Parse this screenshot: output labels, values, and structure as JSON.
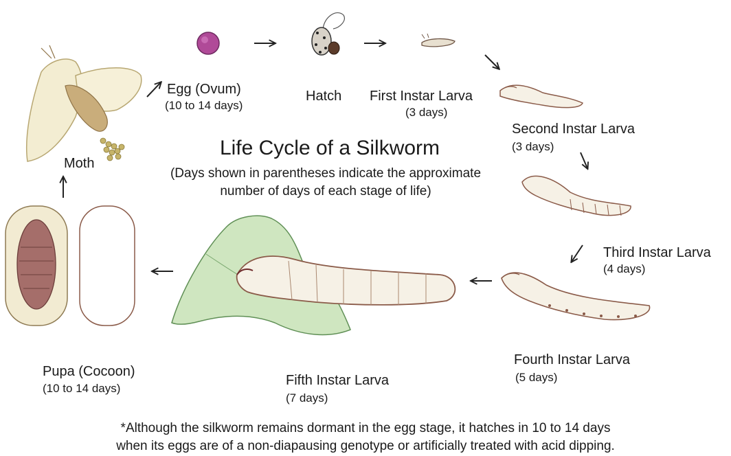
{
  "title": "Life Cycle of a Silkworm",
  "subtitle_line1": "(Days shown in parentheses indicate the approximate",
  "subtitle_line2": "number of days of each stage of life)",
  "stages": {
    "egg": {
      "label": "Egg (Ovum)",
      "days": "(10 to 14 days)"
    },
    "hatch": {
      "label": "Hatch"
    },
    "first": {
      "label": "First Instar Larva",
      "days": "(3 days)"
    },
    "second": {
      "label": "Second Instar Larva",
      "days": "(3 days)"
    },
    "third": {
      "label": "Third Instar Larva",
      "days": "(4 days)"
    },
    "fourth": {
      "label": "Fourth Instar Larva",
      "days": "(5 days)"
    },
    "fifth": {
      "label": "Fifth Instar Larva",
      "days": "(7 days)"
    },
    "pupa": {
      "label": "Pupa (Cocoon)",
      "days": "(10 to 14 days)"
    },
    "moth": {
      "label": "Moth"
    }
  },
  "footnote_line1": "*Although the silkworm remains dormant in the egg stage, it hatches in 10 to 14 days",
  "footnote_line2": "when its eggs are of a non-diapausing genotype or artificially treated with acid dipping.",
  "colors": {
    "egg": "#b04a98",
    "larva_body": "#f6f1e6",
    "larva_outline": "#8a5a48",
    "leaf": "#cfe6c0",
    "leaf_outline": "#5f8f55",
    "moth_wing": "#f3edd2",
    "moth_body": "#b79a6a",
    "cocoon": "#f2ebd2",
    "pupa": "#a56e6a",
    "arrow": "#222222"
  }
}
